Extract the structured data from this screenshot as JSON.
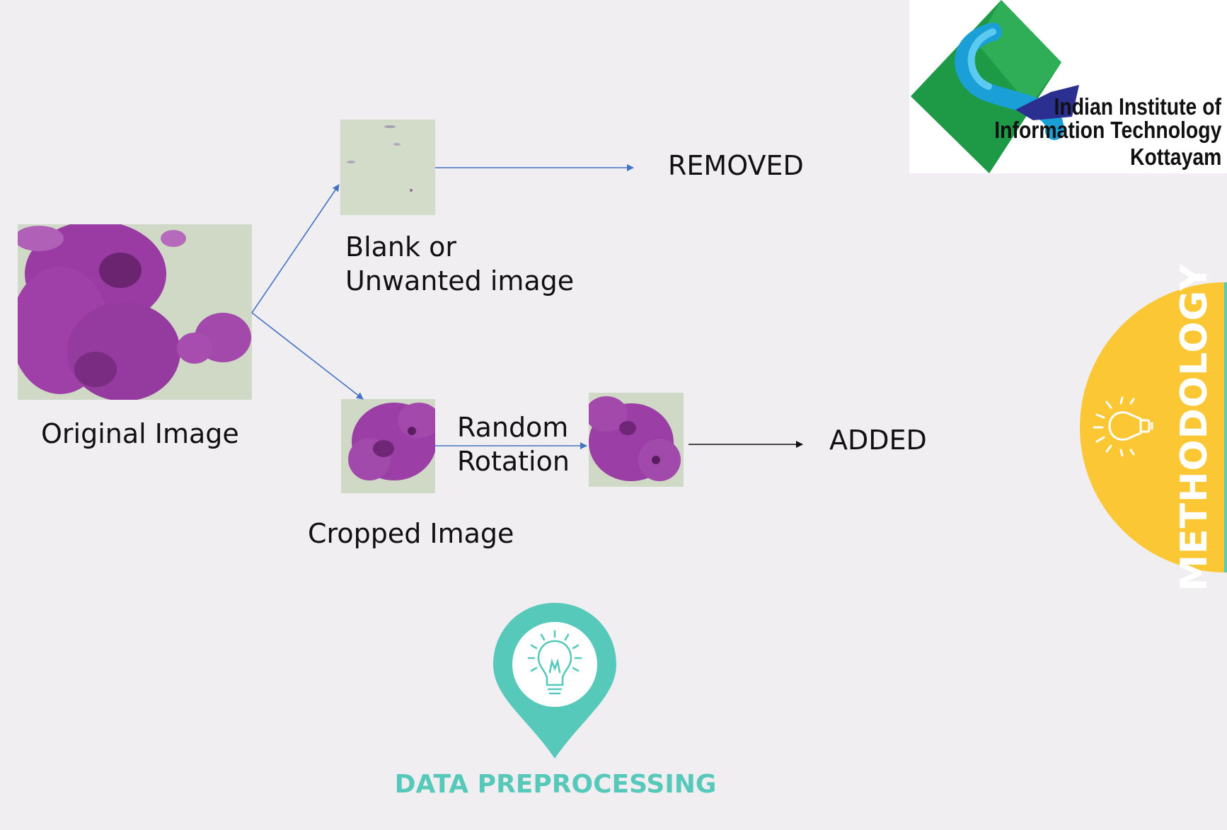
{
  "logo": {
    "line1": "Indian Institute of",
    "line2": "Information Technology",
    "line3": "Kottayam"
  },
  "side_tab": {
    "title": "METHODOLOGY",
    "color": "#fcc734",
    "icon": "lightbulb-icon"
  },
  "diagram": {
    "original_label": "Original Image",
    "blank_label_1": "Blank or",
    "blank_label_2": "Unwanted image",
    "removed_label": "REMOVED",
    "cropped_label": "Cropped Image",
    "rotation_label_1": "Random",
    "rotation_label_2": "Rotation",
    "added_label": "ADDED",
    "arrow_color": "#4472c4"
  },
  "footer": {
    "title": "DATA PREPROCESSING",
    "color": "#57c9bb",
    "icon": "lightbulb-icon"
  }
}
